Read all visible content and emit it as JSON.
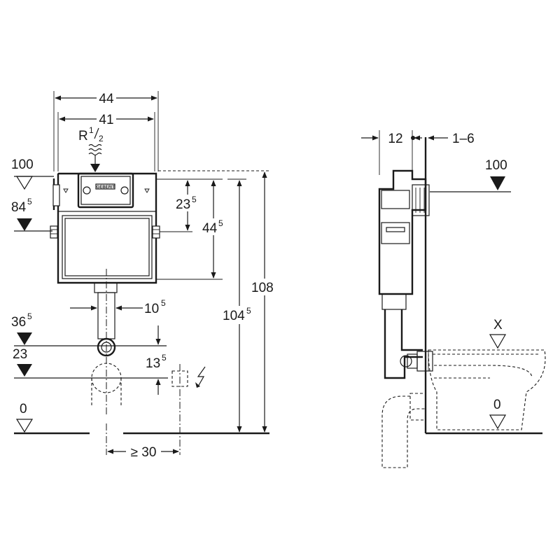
{
  "front_view": {
    "width_outer": "44",
    "width_inner": "41",
    "connection_label": "R",
    "connection_num": "1",
    "connection_den": "2",
    "brand_plate": "GEBERIT",
    "level_100": "100",
    "level_84_main": "84",
    "level_84_sup": "5",
    "dim_23_main": "23",
    "dim_23_sup": "5",
    "dim_44_main": "44",
    "dim_44_sup": "5",
    "dim_108": "108",
    "dim_104_main": "104",
    "dim_104_sup": "5",
    "dim_10_main": "10",
    "dim_10_sup": "5",
    "level_36_main": "36",
    "level_36_sup": "5",
    "level_23": "23",
    "dim_13_main": "13",
    "dim_13_sup": "5",
    "level_0": "0",
    "dim_min_30": "≥ 30"
  },
  "side_view": {
    "dim_12": "12",
    "dim_1_6": "1–6",
    "level_100": "100",
    "level_x": "X",
    "level_0": "0"
  },
  "icons": [
    "water-inlet-icon",
    "electrical-connection-icon",
    "level-triangle-icon",
    "arrow-icon"
  ]
}
